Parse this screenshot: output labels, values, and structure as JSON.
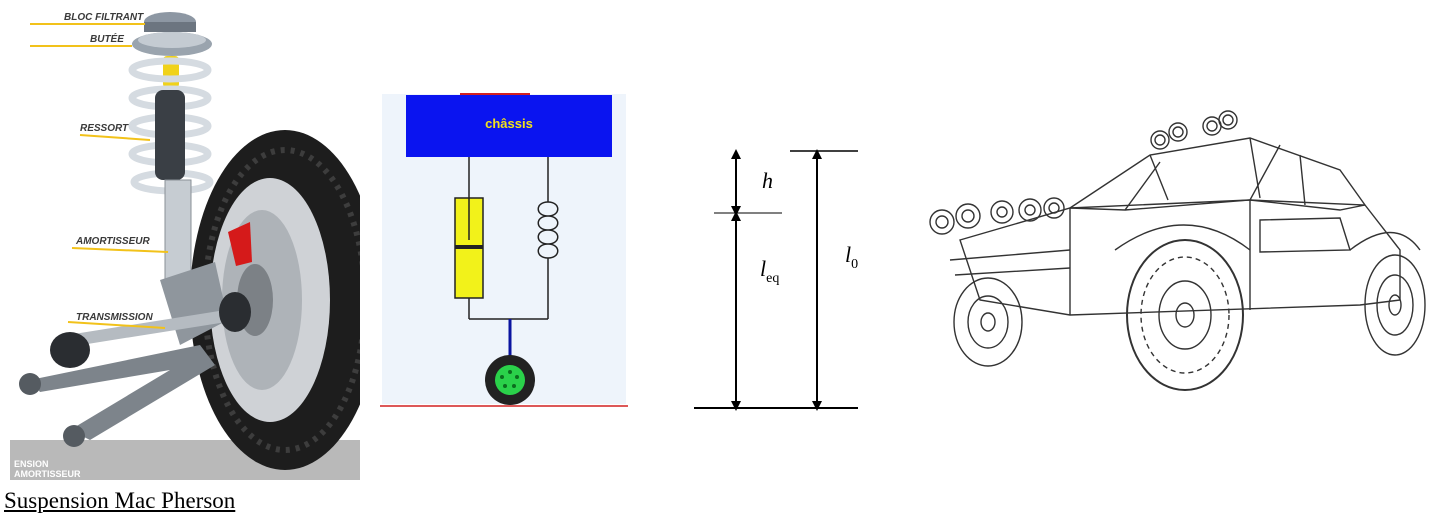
{
  "macpherson": {
    "labels": {
      "bloc_filtrant": "BLOC FILTRANT",
      "butee": "BUTÉE",
      "ressort": "RESSORT",
      "amortisseur": "AMORTISSEUR",
      "transmission": "TRANSMISSION"
    },
    "corner_text": [
      "ENSION",
      "AMORTISSEUR"
    ],
    "caption": "Suspension Mac Pherson"
  },
  "schematic": {
    "chassis_label": "châssis",
    "colors": {
      "chassis": "#0a14f0",
      "background": "#eef4fb",
      "damper": "#f2f21a",
      "wheel_hub": "#2ad14a",
      "red_line": "#d22020"
    }
  },
  "lengths": {
    "h": "h",
    "l_eq": "l",
    "l_eq_sub": "eq",
    "l0": "l",
    "l0_sub": "0"
  },
  "colors": {
    "label_arrow": "#f2c21a"
  }
}
